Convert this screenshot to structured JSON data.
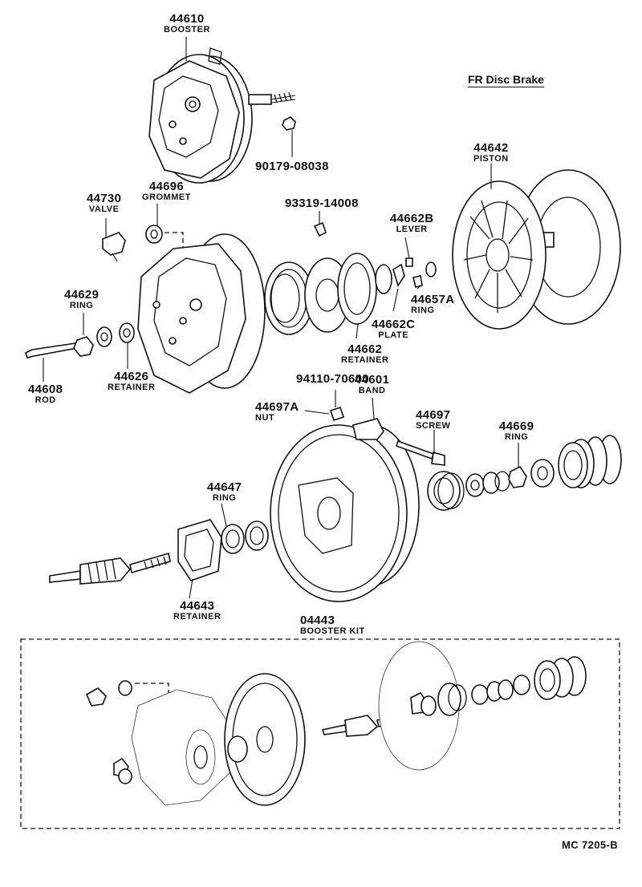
{
  "caption": "FR  Disc Brake",
  "footer_code": "MC  7205-B",
  "parts": [
    {
      "id": "booster",
      "number": "44610",
      "name": "BOOSTER"
    },
    {
      "id": "nut-90179",
      "number": "90179-08038",
      "name": ""
    },
    {
      "id": "valve",
      "number": "44730",
      "name": "VALVE"
    },
    {
      "id": "grommet",
      "number": "44696",
      "name": "GROMMET"
    },
    {
      "id": "bolt-93319",
      "number": "93319-14008",
      "name": ""
    },
    {
      "id": "lever",
      "number": "44662B",
      "name": "LEVER"
    },
    {
      "id": "piston",
      "number": "44642",
      "name": "PISTON"
    },
    {
      "id": "ring-44629",
      "number": "44629",
      "name": "RING"
    },
    {
      "id": "ring-44657a",
      "number": "44657A",
      "name": "RING"
    },
    {
      "id": "plate",
      "number": "44662C",
      "name": "PLATE"
    },
    {
      "id": "retainer-44662",
      "number": "44662",
      "name": "RETAINER"
    },
    {
      "id": "rod",
      "number": "44608",
      "name": "ROD"
    },
    {
      "id": "retainer-44626",
      "number": "44626",
      "name": "RETAINER"
    },
    {
      "id": "nut-94110",
      "number": "94110-70600",
      "name": ""
    },
    {
      "id": "band",
      "number": "44601",
      "name": "BAND"
    },
    {
      "id": "nut-44697a",
      "number": "44697A",
      "name": "NUT"
    },
    {
      "id": "screw",
      "number": "44697",
      "name": "SCREW"
    },
    {
      "id": "ring-44669",
      "number": "44669",
      "name": "RING"
    },
    {
      "id": "ring-44647",
      "number": "44647",
      "name": "RING"
    },
    {
      "id": "retainer-44643",
      "number": "44643",
      "name": "RETAINER"
    },
    {
      "id": "booster-kit",
      "number": "04443",
      "name": "BOOSTER KIT"
    }
  ]
}
